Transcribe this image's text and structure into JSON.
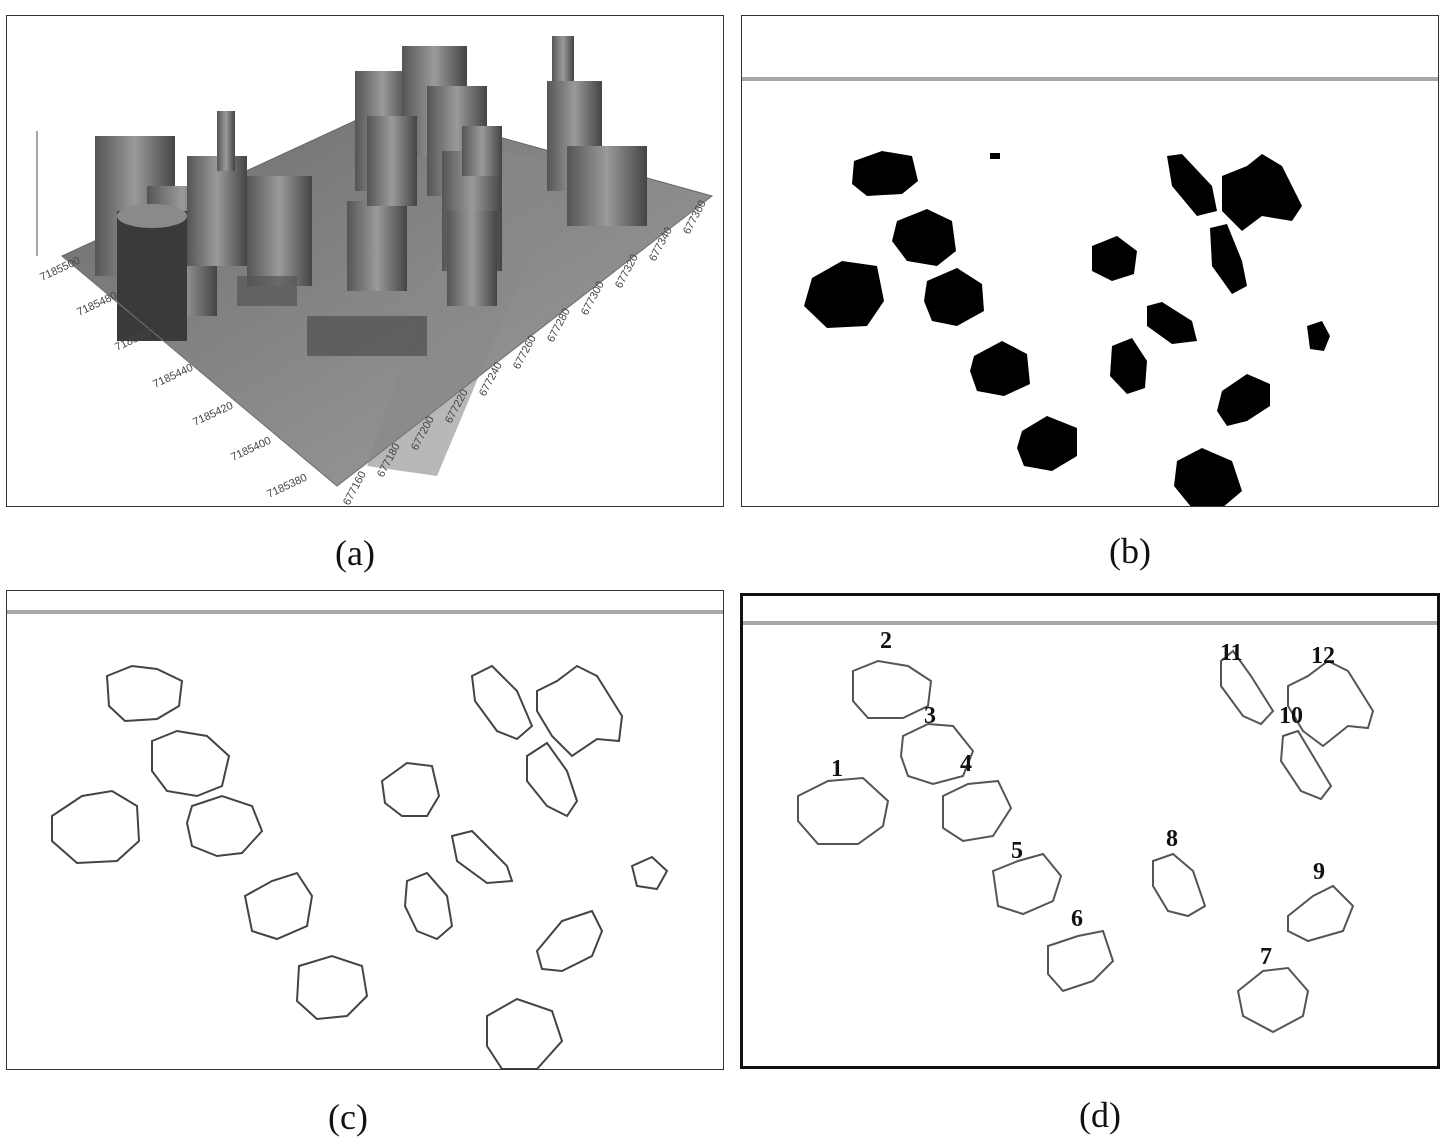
{
  "captions": {
    "a": "(a)",
    "b": "(b)",
    "c": "(c)",
    "d": "(d)"
  },
  "panel_a": {
    "axis_y_ticks": [
      "7185500",
      "7185480",
      "7185460",
      "7185440",
      "7185420",
      "7185400",
      "7185380"
    ],
    "axis_x_ticks": [
      "677160",
      "677180",
      "677200",
      "677220",
      "677240",
      "677260",
      "677280",
      "677300",
      "677320",
      "677340",
      "677360"
    ]
  },
  "panel_d": {
    "labels": [
      "1",
      "2",
      "3",
      "4",
      "5",
      "6",
      "7",
      "8",
      "9",
      "10",
      "11",
      "12"
    ]
  },
  "colors": {
    "outline": "#444444",
    "mask": "#000000",
    "line": "#a8a8a8"
  }
}
